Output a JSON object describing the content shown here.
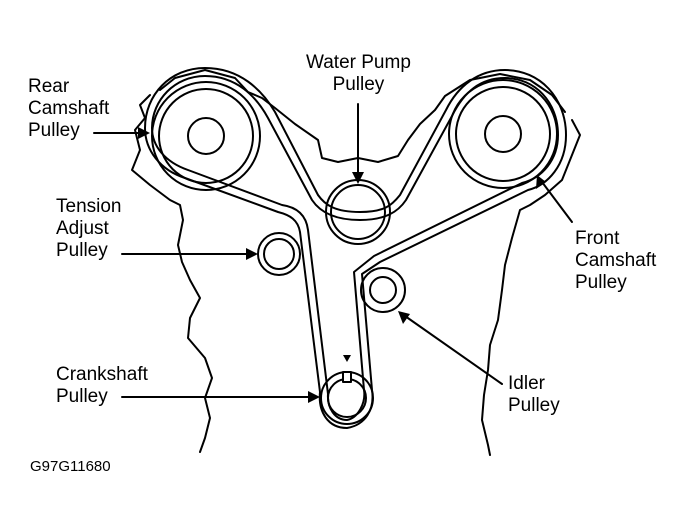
{
  "labels": {
    "rear_camshaft": [
      "Rear",
      "Camshaft",
      "Pulley"
    ],
    "water_pump": [
      "Water Pump",
      "Pulley"
    ],
    "tension_adjust": [
      "Tension",
      "Adjust",
      "Pulley"
    ],
    "front_camshaft": [
      "Front",
      "Camshaft",
      "Pulley"
    ],
    "crankshaft": [
      "Crankshaft",
      "Pulley"
    ],
    "idler": [
      "Idler",
      "Pulley"
    ]
  },
  "figure_code": "G97G11680"
}
